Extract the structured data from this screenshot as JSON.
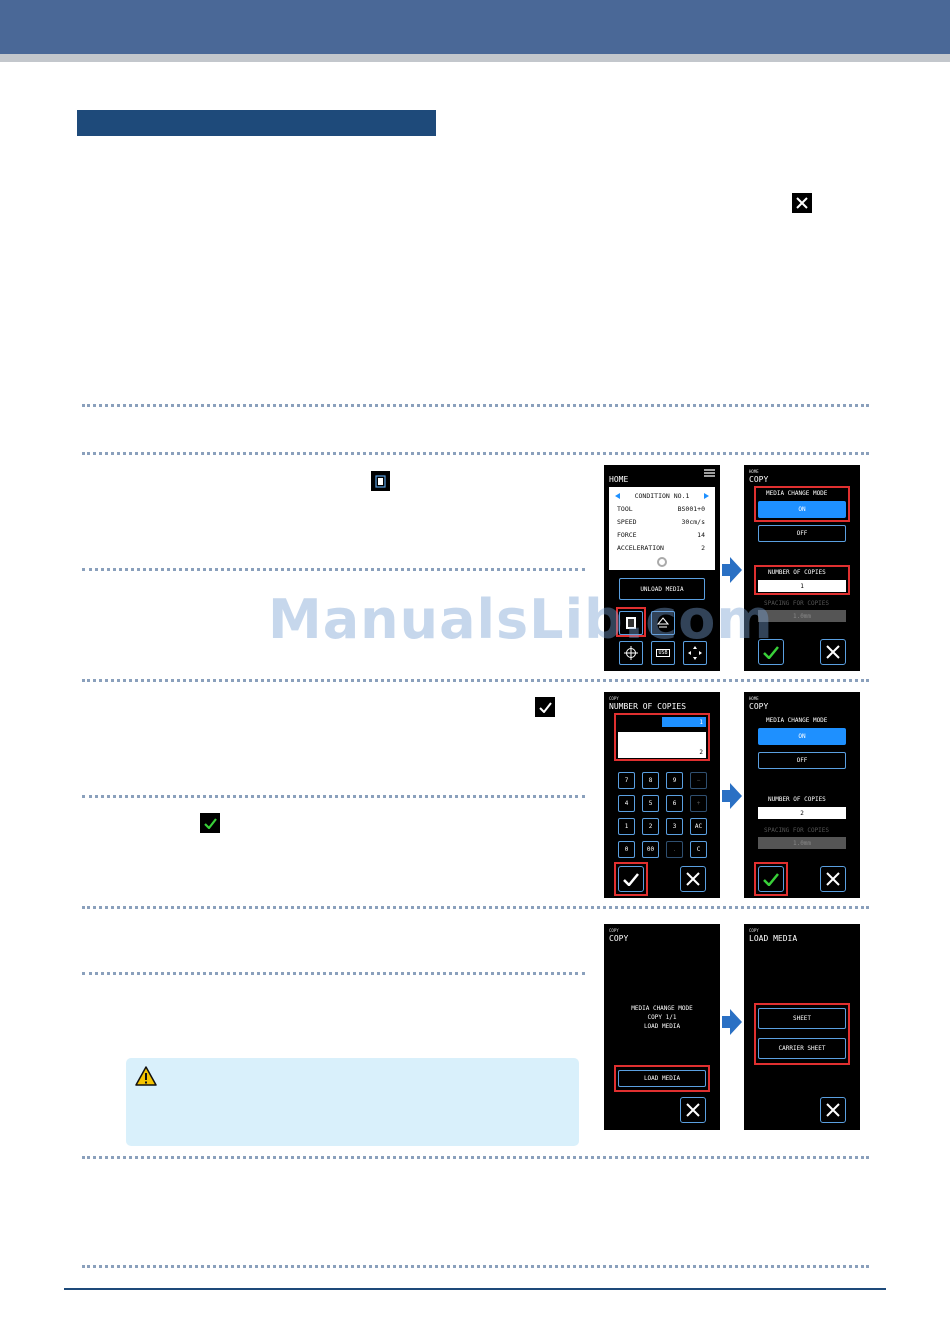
{
  "watermark": "ManualsLib.com",
  "screens": {
    "s1": {
      "title": "HOME",
      "condition": "CONDITION NO.1",
      "rows": [
        {
          "label": "TOOL",
          "value": "BS001+0"
        },
        {
          "label": "SPEED",
          "value": "30cm/s"
        },
        {
          "label": "FORCE",
          "value": "14"
        },
        {
          "label": "ACCELERATION",
          "value": "2"
        }
      ],
      "unload": "UNLOAD MEDIA",
      "usb": "USB"
    },
    "s2": {
      "small": "HOME",
      "title": "COPY",
      "media_change_mode": "MEDIA CHANGE MODE",
      "on": "ON",
      "off": "OFF",
      "number_of_copies": "NUMBER OF COPIES",
      "copies_value": "1",
      "spacing": "SPACING FOR COPIES",
      "spacing_value": "1.0mm"
    },
    "s3": {
      "small": "COPY",
      "title": "NUMBER OF COPIES",
      "current": "1",
      "input": "2",
      "keys": [
        [
          "7",
          "8",
          "9",
          "−"
        ],
        [
          "4",
          "5",
          "6",
          "+"
        ],
        [
          "1",
          "2",
          "3",
          "AC"
        ],
        [
          "0",
          "00",
          ".",
          "C"
        ]
      ]
    },
    "s4": {
      "small": "HOME",
      "title": "COPY",
      "media_change_mode": "MEDIA CHANGE MODE",
      "on": "ON",
      "off": "OFF",
      "number_of_copies": "NUMBER OF COPIES",
      "copies_value": "2",
      "spacing": "SPACING FOR COPIES",
      "spacing_value": "1.0mm"
    },
    "s5": {
      "small": "COPY",
      "title": "COPY",
      "lines": [
        "MEDIA CHANGE MODE",
        "COPY 1/1",
        "LOAD MEDIA"
      ],
      "load": "LOAD MEDIA"
    },
    "s6": {
      "small": "COPY",
      "title": "LOAD MEDIA",
      "sheet": "SHEET",
      "carrier": "CARRIER SHEET"
    }
  },
  "colors": {
    "header": "#4a6897",
    "section": "#1e4a7a",
    "accent": "#1e90ff",
    "highlight": "#e03030",
    "caution_bg": "#d9f0fb"
  },
  "icons": [
    "close-icon",
    "memory-icon",
    "check-icon",
    "check-green-icon",
    "warning-icon"
  ]
}
